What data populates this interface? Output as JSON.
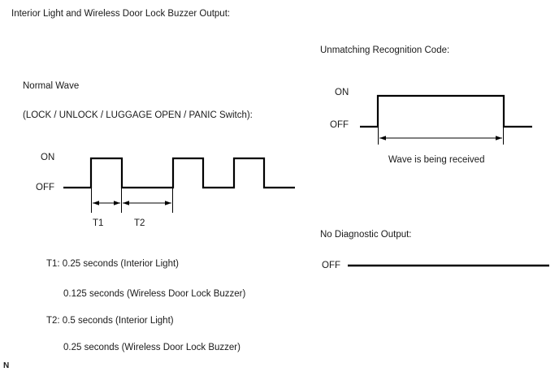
{
  "page": {
    "title": "Interior Light and Wireless Door Lock Buzzer Output:",
    "corner_mark": "N",
    "background_color": "#ffffff",
    "line_color": "#000000"
  },
  "normal_wave": {
    "section_label_line1": "Normal Wave",
    "section_label_line2": "(LOCK / UNLOCK / LUGGAGE OPEN / PANIC Switch):",
    "axis_on": "ON",
    "axis_off": "OFF",
    "dim_t1": "T1",
    "dim_t2": "T2"
  },
  "unmatching": {
    "section_label": "Unmatching Recognition Code:",
    "axis_on": "ON",
    "axis_off": "OFF",
    "dim_caption": "Wave is being received"
  },
  "no_diagnostic": {
    "section_label": "No Diagnostic Output:",
    "axis_off": "OFF"
  },
  "specs": [
    "T1:  0.25 seconds (Interior Light)",
    "0.125 seconds (Wireless Door Lock Buzzer)",
    "T2:  0.5 seconds (Interior Light)",
    "0.25 seconds (Wireless Door Lock Buzzer)"
  ],
  "chart_data": [
    {
      "type": "line",
      "name": "normal-wave",
      "title": "Normal Wave (LOCK / UNLOCK / LUGGAGE OPEN / PANIC Switch)",
      "xlabel": "",
      "ylabel": "",
      "ylevels": [
        "OFF",
        "ON"
      ],
      "grid": false,
      "legend": "none",
      "description": "Square wave: three ON pulses of width T1 separated by OFF gaps of width T2.",
      "annotations": [
        "T1",
        "T2"
      ],
      "timing": {
        "T1_interior_light_s": 0.25,
        "T1_wireless_buzzer_s": 0.125,
        "T2_interior_light_s": 0.5,
        "T2_wireless_buzzer_s": 0.25
      },
      "x": [
        0,
        34,
        34,
        72,
        72,
        135,
        135,
        172,
        172,
        210,
        210,
        247,
        247,
        285,
        285,
        300
      ],
      "y": [
        0,
        0,
        1,
        1,
        0,
        0,
        1,
        1,
        0,
        0,
        1,
        1,
        0,
        0,
        0,
        0
      ]
    },
    {
      "type": "line",
      "name": "unmatching-recognition-code",
      "title": "Unmatching Recognition Code",
      "xlabel": "",
      "ylabel": "",
      "ylevels": [
        "OFF",
        "ON"
      ],
      "grid": false,
      "legend": "none",
      "description": "Single sustained ON pulse spanning the interval labelled 'Wave is being received'.",
      "annotations": [
        "Wave is being received"
      ],
      "x": [
        0,
        22,
        22,
        177,
        177,
        212
      ],
      "y": [
        0,
        0,
        1,
        1,
        0,
        0
      ]
    },
    {
      "type": "line",
      "name": "no-diagnostic-output",
      "title": "No Diagnostic Output",
      "xlabel": "",
      "ylabel": "",
      "ylevels": [
        "OFF"
      ],
      "grid": false,
      "legend": "none",
      "description": "Flat line held at OFF; no pulses.",
      "annotations": [],
      "x": [
        0,
        248
      ],
      "y": [
        0,
        0
      ]
    }
  ]
}
